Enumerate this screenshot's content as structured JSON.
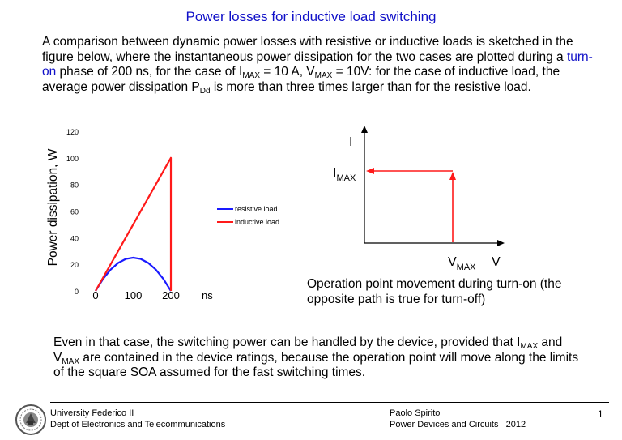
{
  "title": "Power losses for inductive load switching",
  "intro": {
    "part1": "A comparison between dynamic power losses with resistive or inductive loads is sketched in the figure below, where the instantaneous power dissipation for the two cases are plotted during a ",
    "highlight": "turn-on",
    "part2": " phase of 200 ns, for the case of I",
    "sub_imax": "MAX",
    "part3": " = 10 A, V",
    "sub_vmax": "MAX",
    "part4": " = 10V: for the case of inductive load, the average power dissipation P",
    "sub_pdd": "Dd",
    "part5": " is more than three times larger than for the resistive load."
  },
  "chart_data": {
    "type": "line",
    "ylabel": "Power dissipation, W",
    "xlabel": "ns",
    "ylim": [
      0,
      120
    ],
    "y_ticks": [
      "0",
      "20",
      "40",
      "60",
      "80",
      "100",
      "120"
    ],
    "x_ticks": [
      "0",
      "100",
      "200"
    ],
    "grid": false,
    "legend_position": "right",
    "series": [
      {
        "name": "resistive load",
        "color": "#1a1aff",
        "x": [
          0,
          20,
          40,
          60,
          80,
          100,
          120,
          140,
          160,
          180,
          200
        ],
        "values": [
          0,
          9,
          16,
          21,
          24,
          25,
          24,
          21,
          16,
          9,
          0
        ]
      },
      {
        "name": "inductive load",
        "color": "#ff1a1a",
        "x": [
          0,
          100,
          200,
          200
        ],
        "values": [
          0,
          50,
          100,
          0
        ]
      }
    ]
  },
  "iv_diagram": {
    "y_axis_label": "I",
    "x_axis_label": "V",
    "imax_label": "I",
    "imax_sub": "MAX",
    "vmax_label": "V",
    "vmax_sub": "MAX",
    "path_color": "#ff1a1a"
  },
  "iv_caption": "Operation point movement during turn-on (the opposite path is true for turn-off)",
  "conclusion": {
    "part1": "Even in that case, the switching power can be handled by the device, provided that I",
    "sub_imax": "MAX",
    "part2": " and V",
    "sub_vmax": "MAX",
    "part3": "  are contained in the device ratings, because the operation point will move along the limits of the square SOA  assumed for the fast switching times."
  },
  "footer": {
    "left_line1": "University Federico II",
    "left_line2": "Dept of Electronics and Telecommunications",
    "right_line1": "Paolo Spirito",
    "right_line2": "Power Devices and Circuits   2012",
    "page_number": "1"
  }
}
